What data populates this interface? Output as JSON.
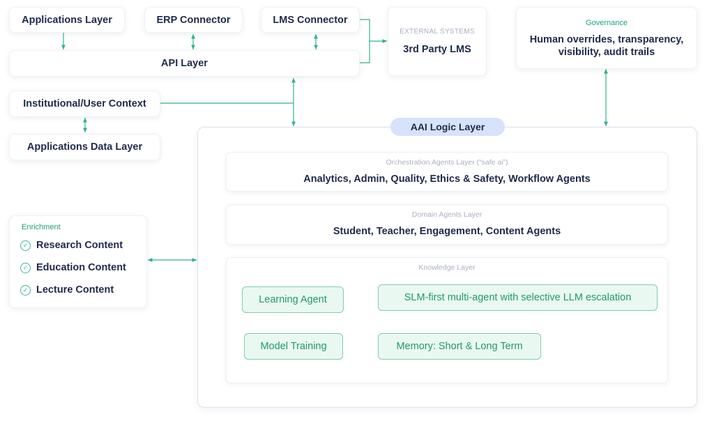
{
  "top": {
    "applications_layer": "Applications Layer",
    "erp_connector": "ERP Connector",
    "lms_connector": "LMS Connector",
    "api_layer": "API Layer"
  },
  "external": {
    "heading": "EXTERNAL SYSTEMS",
    "name": "3rd Party LMS"
  },
  "governance": {
    "heading": "Governance",
    "line1": "Human overrides, transparency,",
    "line2": "visibility, audit trails"
  },
  "context": {
    "institutional": "Institutional/User Context",
    "data_layer": "Applications Data Layer"
  },
  "enrichment": {
    "heading": "Enrichment",
    "items": [
      "Research Content",
      "Education Content",
      "Lecture Content"
    ]
  },
  "aai": {
    "title": "AAI Logic Layer",
    "orchestration": {
      "heading": "Orchestration Agents Layer (“safe ai”)",
      "content": "Analytics, Admin, Quality, Ethics & Safety, Workflow Agents"
    },
    "domain": {
      "heading": "Domain Agents Layer",
      "content": "Student, Teacher, Engagement, Content Agents"
    },
    "knowledge": {
      "heading": "Knowledge Layer",
      "learning_agent": "Learning Agent",
      "model_training": "Model Training",
      "slm": "SLM-first multi-agent with selective LLM escalation",
      "memory": "Memory: Short & Long Term"
    }
  },
  "colors": {
    "connector_green": "#2fb387",
    "knowledge_box_fill": "#eaf8f2",
    "knowledge_box_border": "#7ccfae",
    "pill_fill": "#d7e2fb",
    "text_dark": "#1e2a4a"
  }
}
